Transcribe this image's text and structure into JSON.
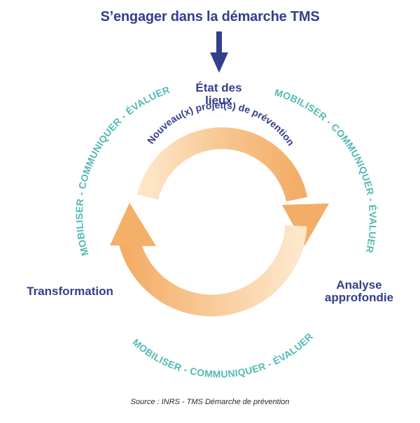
{
  "title": "S’engager dans la démarche TMS",
  "steps": {
    "top": [
      "État des",
      "lieux"
    ],
    "left": "Transformation",
    "right": [
      "Analyse",
      "approfondie"
    ]
  },
  "cycle_label": "Nouveau(x) projet(s) de prévention",
  "ring_text": {
    "upper_left": "MOBILISER - COMMUNIQUER - ÉVALUER",
    "upper_right": "MOBILISER - COMMUNIQUER - ÉVALUER",
    "bottom": "MOBILISER - COMMUNIQUER - ÉVALUER"
  },
  "source": "Source : INRS - TMS Démarche de prévention",
  "colors": {
    "navy": "#343e8c",
    "teal": "#53b9b3",
    "orange": "#f3b06b",
    "orange_light": "#fde3c2"
  }
}
